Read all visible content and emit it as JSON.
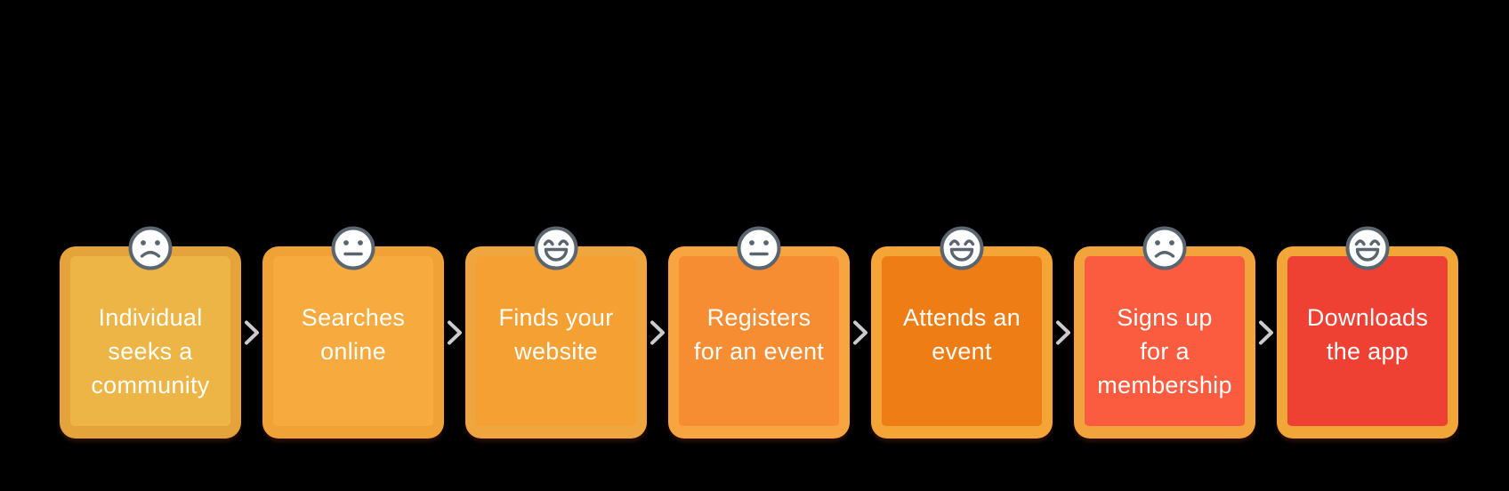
{
  "background_color": "#000000",
  "flow": {
    "text_color": "#FFFFFF",
    "arrow_color": "#C9CBCD",
    "face_stroke_color": "#5A6570",
    "face_fill_color": "#FFFFFF",
    "steps": [
      {
        "label": "Individual seeks a community",
        "lines": [
          "Individual",
          "seeks a",
          "community"
        ],
        "mood": "sad",
        "fill_color": "#EDB545",
        "border_color": "#E5A33B"
      },
      {
        "label": "Searches online",
        "lines": [
          "Searches",
          "online"
        ],
        "mood": "neutral",
        "fill_color": "#F7AA3D",
        "border_color": "#F0A236"
      },
      {
        "label": "Finds your website",
        "lines": [
          "Finds your",
          "website"
        ],
        "mood": "happy",
        "fill_color": "#F5A032",
        "border_color": "#F0A63E"
      },
      {
        "label": "Registers for an event",
        "lines": [
          "Registers",
          "for an event"
        ],
        "mood": "neutral",
        "fill_color": "#F78D33",
        "border_color": "#F8A440"
      },
      {
        "label": "Attends an event",
        "lines": [
          "Attends an",
          "event"
        ],
        "mood": "happy",
        "fill_color": "#EE7D15",
        "border_color": "#F5A436"
      },
      {
        "label": "Signs up for a membership",
        "lines": [
          "Signs up",
          "for a",
          "membership"
        ],
        "mood": "sad",
        "fill_color": "#FB5B3E",
        "border_color": "#F2A33C"
      },
      {
        "label": "Downloads the app",
        "lines": [
          "Downloads",
          "the app"
        ],
        "mood": "happy",
        "fill_color": "#EF4133",
        "border_color": "#F2A637"
      }
    ]
  }
}
